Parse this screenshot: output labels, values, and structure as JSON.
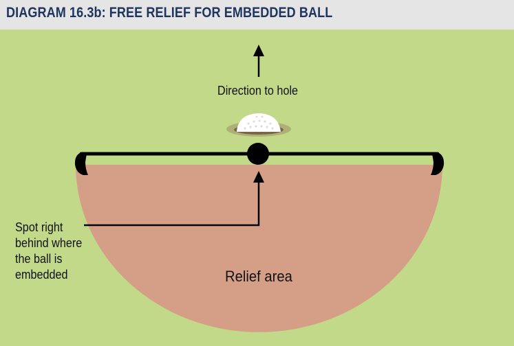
{
  "title": "DIAGRAM 16.3b:  FREE RELIEF FOR EMBEDDED BALL",
  "labels": {
    "direction": "Direction to hole",
    "spot_lines": [
      "Spot right",
      "behind where",
      "the ball is",
      "embedded"
    ],
    "relief_area": "Relief area"
  },
  "colors": {
    "title_bar": "#e4e5e4",
    "title_text": "#1f3560",
    "grass": "#c3d98a",
    "relief_area": "#d49f86",
    "lines": "#000000",
    "ball": "#ffffff"
  },
  "icons": [
    "up-arrow-icon",
    "golf-ball-icon",
    "reference-spot-icon"
  ]
}
